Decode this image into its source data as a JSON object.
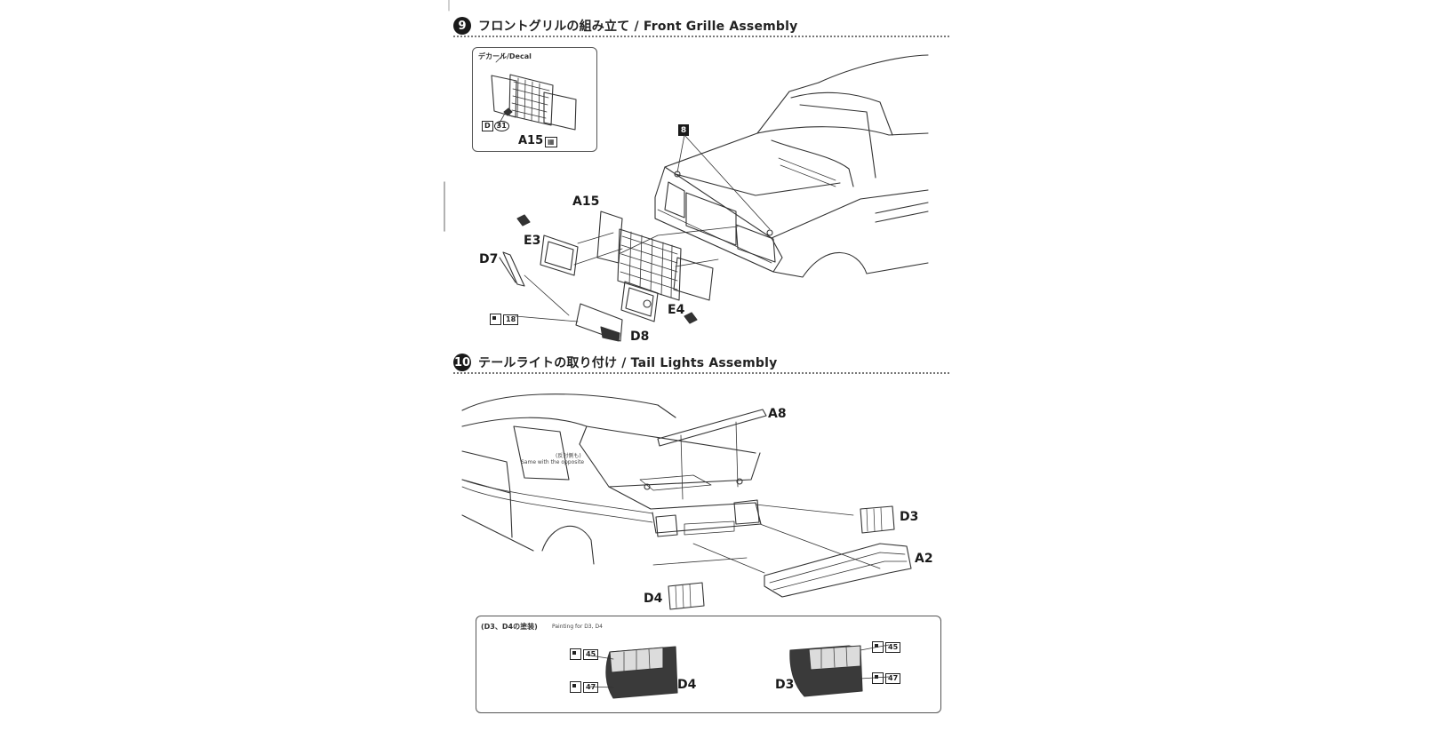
{
  "steps": [
    {
      "number": "9",
      "title": "フロントグリルの組み立て / Front Grille Assembly"
    },
    {
      "number": "10",
      "title": "テールライトの取り付け / Tail Lights Assembly"
    }
  ],
  "decal_box": {
    "label": "デカール/Decal",
    "part": "A15",
    "code_left": "D",
    "code_right": "31"
  },
  "step9_parts": {
    "a15": "A15",
    "e3": "E3",
    "d7": "D7",
    "e4": "E4",
    "d8": "D8",
    "badge": "8",
    "paint": "18"
  },
  "step10_parts": {
    "a8": "A8",
    "d3": "D3",
    "a2": "A2",
    "d4": "D4",
    "opposite_note_jp": "(反対側も)",
    "opposite_note_en": "Same with the opposite"
  },
  "painting_box": {
    "title_jp": "(D3、D4の塗装)",
    "title_en": "Painting for D3, D4",
    "d4_label": "D4",
    "d3_label": "D3",
    "colors": [
      "45",
      "47"
    ]
  }
}
